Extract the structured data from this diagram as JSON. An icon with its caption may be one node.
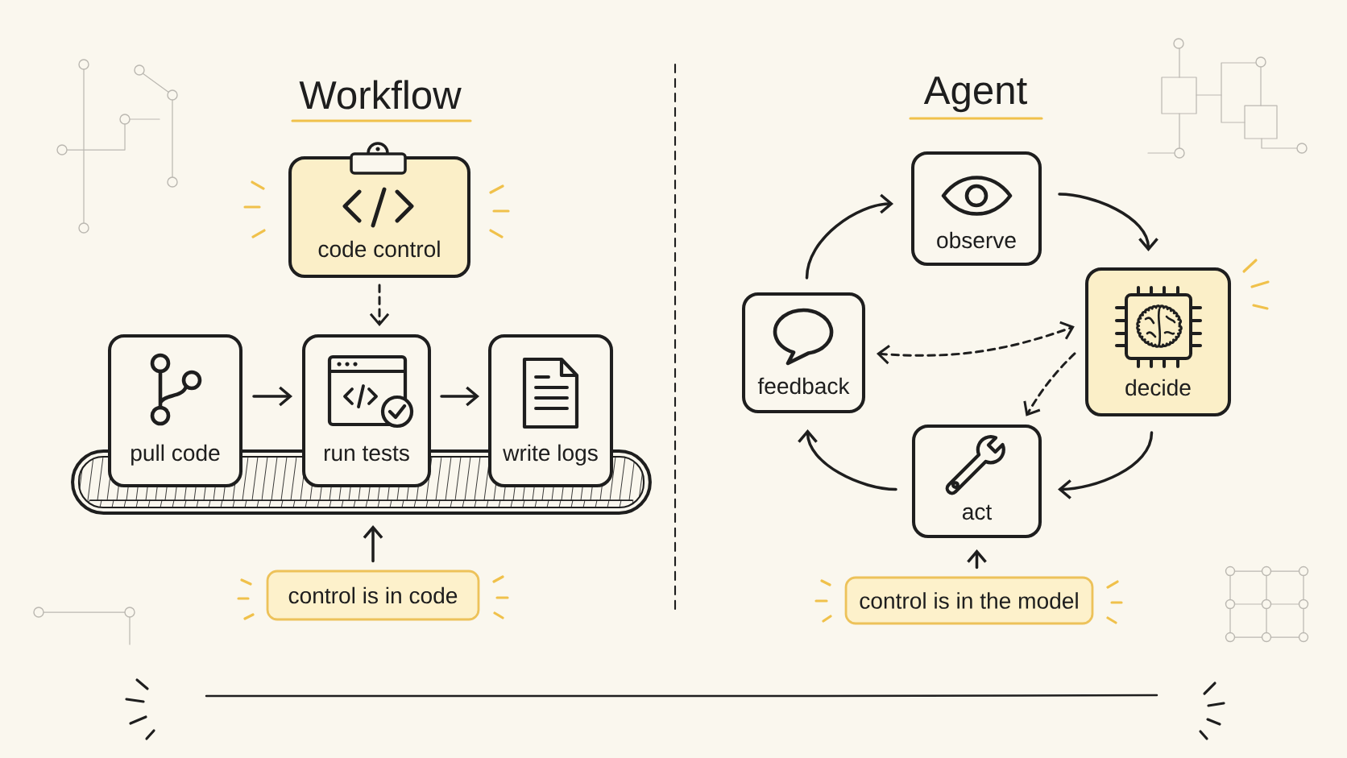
{
  "diagram": {
    "nodes": [
      {
        "text": [
          "code control"
        ]
      },
      {
        "text": [
          "pull code"
        ]
      },
      {
        "text": [
          "run tests"
        ]
      },
      {
        "text": [
          "write logs"
        ]
      },
      {
        "text": [],
        "shape": "bar"
      },
      {
        "text": [
          "control is in code"
        ]
      },
      {
        "text": [
          "observe"
        ]
      },
      {
        "text": [
          "decide"
        ]
      },
      {
        "text": [
          "feedback"
        ]
      },
      {
        "text": [
          "act"
        ]
      },
      {
        "text": [
          "control is in the model"
        ]
      }
    ],
    "edges": [
      {
        "from": 0,
        "to": 2,
        "arrow": "to",
        "style": "dashed"
      },
      {
        "from": 1,
        "to": 2,
        "arrow": "to"
      },
      {
        "from": 2,
        "to": 3,
        "arrow": "to"
      },
      {
        "from": 5,
        "to": 4,
        "arrow": "to"
      },
      {
        "from": 8,
        "to": 6,
        "arrow": "to"
      },
      {
        "from": 6,
        "to": 7,
        "arrow": "to"
      },
      {
        "from": 7,
        "to": 9,
        "arrow": "to"
      },
      {
        "from": 9,
        "to": 8,
        "arrow": "to"
      },
      {
        "from": 8,
        "to": 7,
        "arrow": "both",
        "style": "dashed"
      },
      {
        "from": 7,
        "to": 9,
        "arrow": "to",
        "style": "dashed"
      },
      {
        "from": 10,
        "to": 9,
        "arrow": "to"
      }
    ],
    "labels": [
      "Workflow",
      "Agent"
    ]
  }
}
